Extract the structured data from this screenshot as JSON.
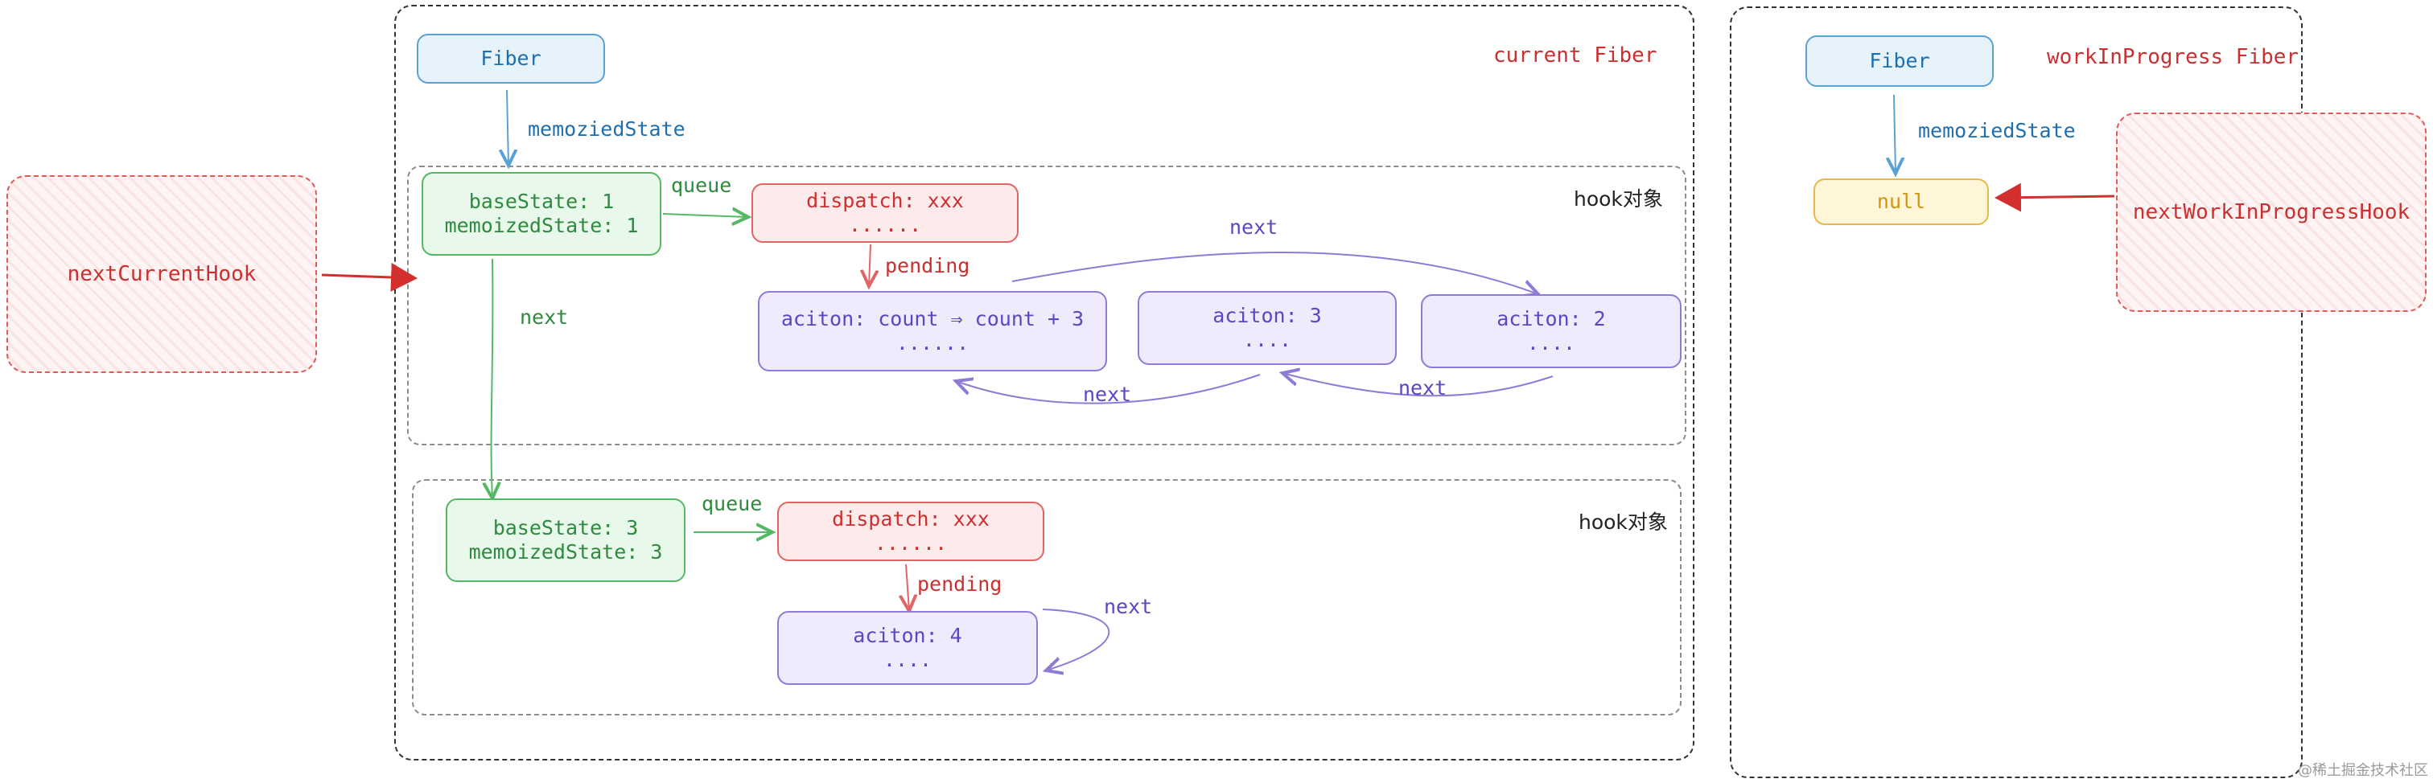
{
  "current_panel": {
    "title": "current Fiber",
    "fiber": "Fiber",
    "fiber_edge": "memoziedState",
    "hooks": [
      {
        "label": "hook对象",
        "state_lines": [
          "baseState: 1",
          "memoizedState: 1"
        ],
        "queue_edge": "queue",
        "dispatch_lines": [
          "dispatch: xxx",
          "......"
        ],
        "pending_edge": "pending",
        "actions": [
          {
            "lines": [
              "aciton: count ⇒ count + 3",
              "......"
            ]
          },
          {
            "lines": [
              "aciton: 3",
              "...."
            ]
          },
          {
            "lines": [
              "aciton: 2",
              "...."
            ]
          }
        ],
        "action_next_top": "next",
        "action_next_1": "next",
        "action_next_2": "next",
        "hook_next": "next"
      },
      {
        "label": "hook对象",
        "state_lines": [
          "baseState: 3",
          "memoizedState: 3"
        ],
        "queue_edge": "queue",
        "dispatch_lines": [
          "dispatch: xxx",
          "......"
        ],
        "pending_edge": "pending",
        "actions": [
          {
            "lines": [
              "aciton: 4",
              "...."
            ]
          }
        ],
        "self_next": "next"
      }
    ]
  },
  "wip_panel": {
    "title": "workInProgress Fiber",
    "fiber": "Fiber",
    "fiber_edge": "memoziedState",
    "state_value": "null"
  },
  "pointers": {
    "next_current_hook": "nextCurrentHook",
    "next_wip_hook": "nextWorkInProgressHook"
  },
  "watermark": "@稀土掘金技术社区",
  "colors": {
    "blue": "#1f6fae",
    "green": "#2e8a3e",
    "red": "#cc2f2f",
    "purple": "#5b47c4",
    "yellow": "#d4940f"
  }
}
